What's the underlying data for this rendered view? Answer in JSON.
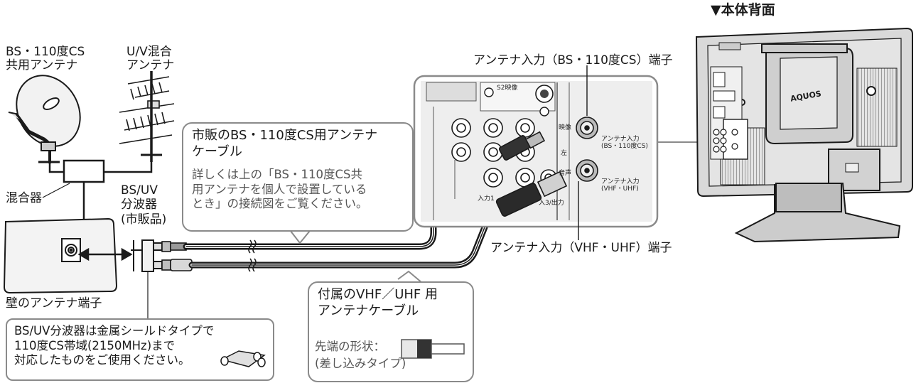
{
  "diagram": {
    "rear_view_title": "▼本体背面",
    "bs_dish_label": [
      "BS・110度CS",
      "共用アンテナ"
    ],
    "uv_antenna_label": [
      "U/V混合",
      "アンテナ"
    ],
    "mixer_label": "混合器",
    "splitter_label": [
      "BS/UV",
      "分波器",
      "(市販品)"
    ],
    "wall_terminal_label": "壁のアンテナ端子",
    "bs_input_label": "アンテナ入力（BS・110度CS）端子",
    "vu_input_label": "アンテナ入力（VHF・UHF）端子",
    "tv_logo": "AQUOS",
    "panel_labels": {
      "s2_video": "S2映像",
      "video": "映像",
      "left": "左",
      "audio": "音声",
      "input1": "入力1",
      "io3": "入3/出力",
      "bs_port_line1": "アンテナ入力",
      "bs_port_line2": "(BS・110度CS)",
      "vu_port_line1": "アンテナ入力",
      "vu_port_line2": "(VHF・UHF)"
    },
    "cable_note": {
      "title_lines": [
        "市販のBS・110度CS用アンテナ",
        "ケーブル"
      ],
      "body_lines": [
        "詳しくは上の「BS・110度CS共",
        "用アンテナを個人で設置している",
        "とき」の接続図をご覧ください。"
      ]
    },
    "included_cable_note": {
      "title_lines": [
        "付属のVHF／UHF 用",
        "アンテナケーブル"
      ],
      "shape_label": "先端の形状：",
      "shape_type": "(差し込みタイプ)"
    },
    "splitter_note": {
      "lines": [
        "BS/UV分波器は金属シールドタイプで",
        "110度CS帯域(2150MHz)まで",
        "対応したものをご使用ください。"
      ]
    },
    "colors": {
      "line": "#1a1a1a",
      "box_border": "#8a8a8a",
      "tv_body": "#d9d9d9",
      "panel": "#e6e6e6",
      "secondary_text": "#555555"
    }
  }
}
